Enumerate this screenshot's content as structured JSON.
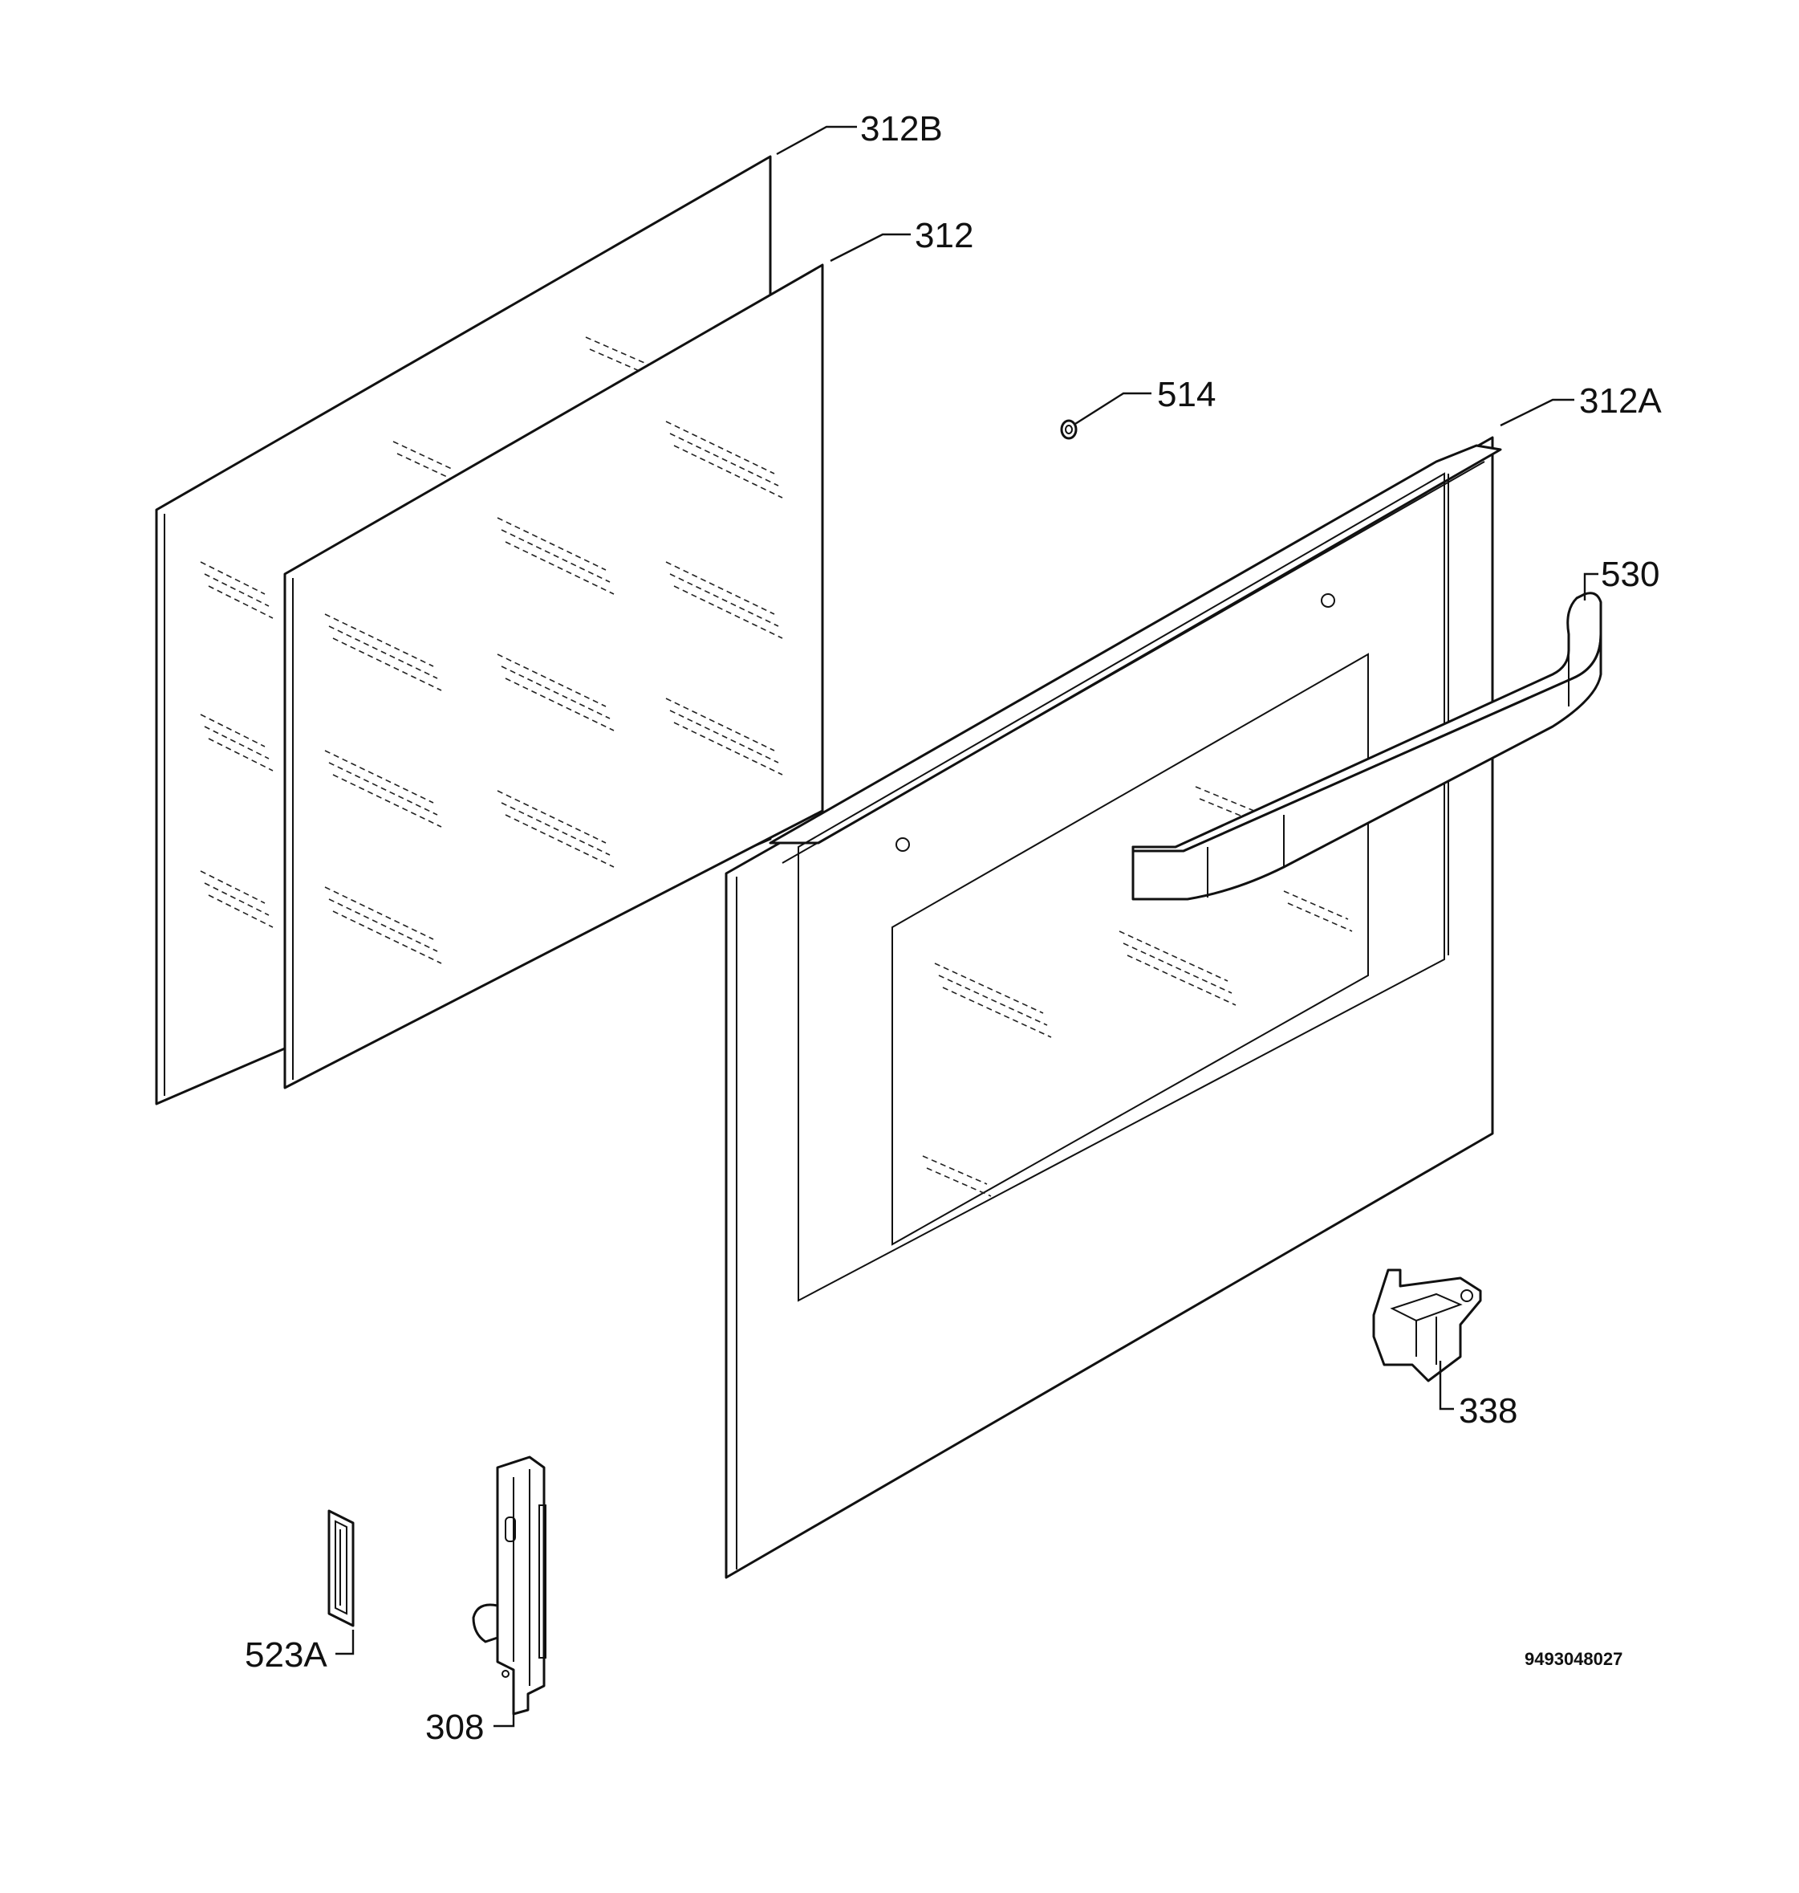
{
  "callouts": {
    "glass_inner_back": "312B",
    "glass_inner": "312",
    "spacer": "514",
    "door_outer_panel": "312A",
    "handle": "530",
    "hinge_holder": "338",
    "hinge_cover": "523A",
    "hinge": "308"
  },
  "drawing_code": "9493048027",
  "colors": {
    "line": "#111111",
    "background": "#ffffff"
  }
}
